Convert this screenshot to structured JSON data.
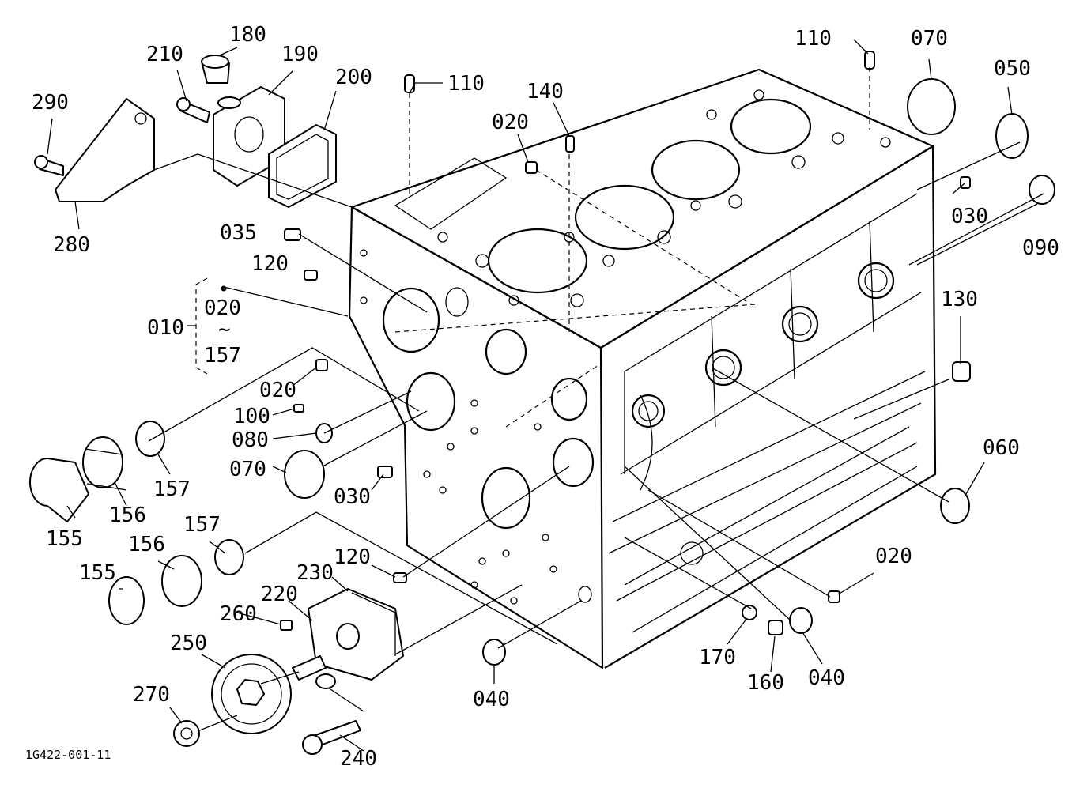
{
  "drawing_code": "1G422-001-11",
  "range_group": {
    "label": "010",
    "from": "020",
    "tilde": "~",
    "to": "157"
  },
  "part_labels": {
    "p290": "290",
    "p210": "210",
    "p180": "180",
    "p190": "190",
    "p200": "200",
    "p280": "280",
    "p110a": "110",
    "p110b": "110",
    "p070a": "070",
    "p050": "050",
    "p140": "140",
    "p020a": "020",
    "p035": "035",
    "p120a": "120",
    "p030a": "030",
    "p090": "090",
    "p130": "130",
    "p020b": "020",
    "p100": "100",
    "p080": "080",
    "p070b": "070",
    "p030b": "030",
    "p060": "060",
    "p155a": "155",
    "p156a": "156",
    "p157a": "157",
    "p157b": "157",
    "p156b": "156",
    "p155b": "155",
    "p120b": "120",
    "p230": "230",
    "p220": "220",
    "p260": "260",
    "p250": "250",
    "p020c": "020",
    "p170": "170",
    "p160": "160",
    "p040a": "040",
    "p040b": "040",
    "p270": "270",
    "p240": "240"
  }
}
